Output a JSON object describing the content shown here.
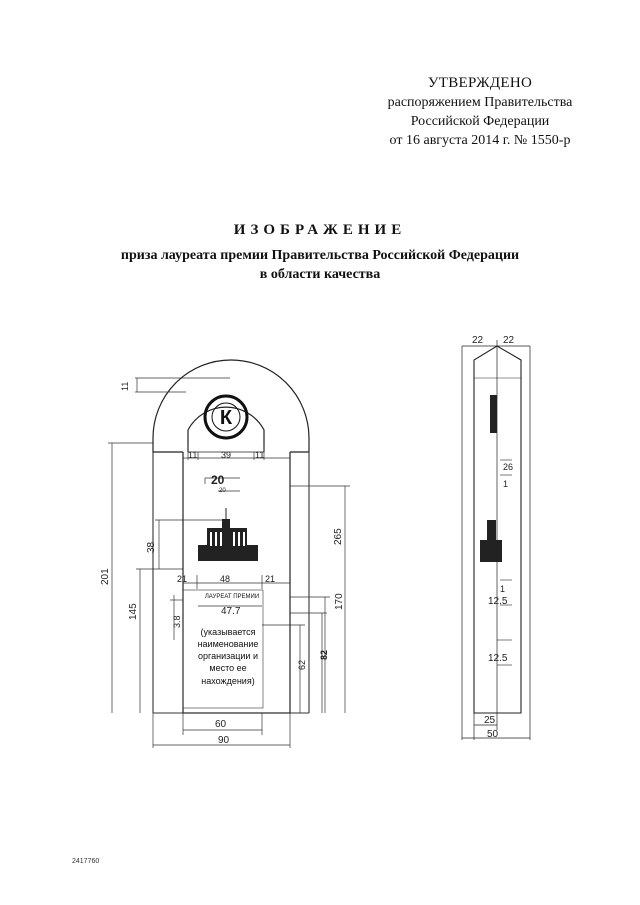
{
  "header": {
    "approved": "УТВЕРЖДЕНО",
    "line1": "распоряжением Правительства",
    "line2": "Российской Федерации",
    "line3": "от 16 августа 2014 г. № 1550-р"
  },
  "title": "ИЗОБРАЖЕНИЕ",
  "subtitle": {
    "line1": "приза лауреата премии Правительства Российской Федерации",
    "line2": "в области качества"
  },
  "front_view": {
    "dims": {
      "d11_top": "11",
      "d11_left": "11",
      "d39": "39",
      "d11_right": "11",
      "d20": "20",
      "d20_small": "20",
      "d38": "38",
      "d265": "265",
      "d201": "201",
      "d145": "145",
      "d21_left": "21",
      "d48": "48",
      "d21_right": "21",
      "d3_8": "3.8",
      "d47_7": "47.7",
      "d170": "170",
      "d62": "62",
      "d82": "82",
      "d60": "60",
      "d90": "90"
    },
    "plate": {
      "laureate": "ЛАУРЕАТ ПРЕМИИ",
      "l1": "(указывается",
      "l2": "наименование",
      "l3": "организации и",
      "l4": "место ее",
      "l5": "нахождения)"
    }
  },
  "side_view": {
    "dims": {
      "top_left": "22",
      "top_right": "22",
      "d26": "26",
      "d1_a": "1",
      "d1_b": "1",
      "d12_5_a": "12.5",
      "d12_5_b": "12.5",
      "d25": "25",
      "d50": "50"
    }
  },
  "footer": {
    "code": "2417760"
  }
}
